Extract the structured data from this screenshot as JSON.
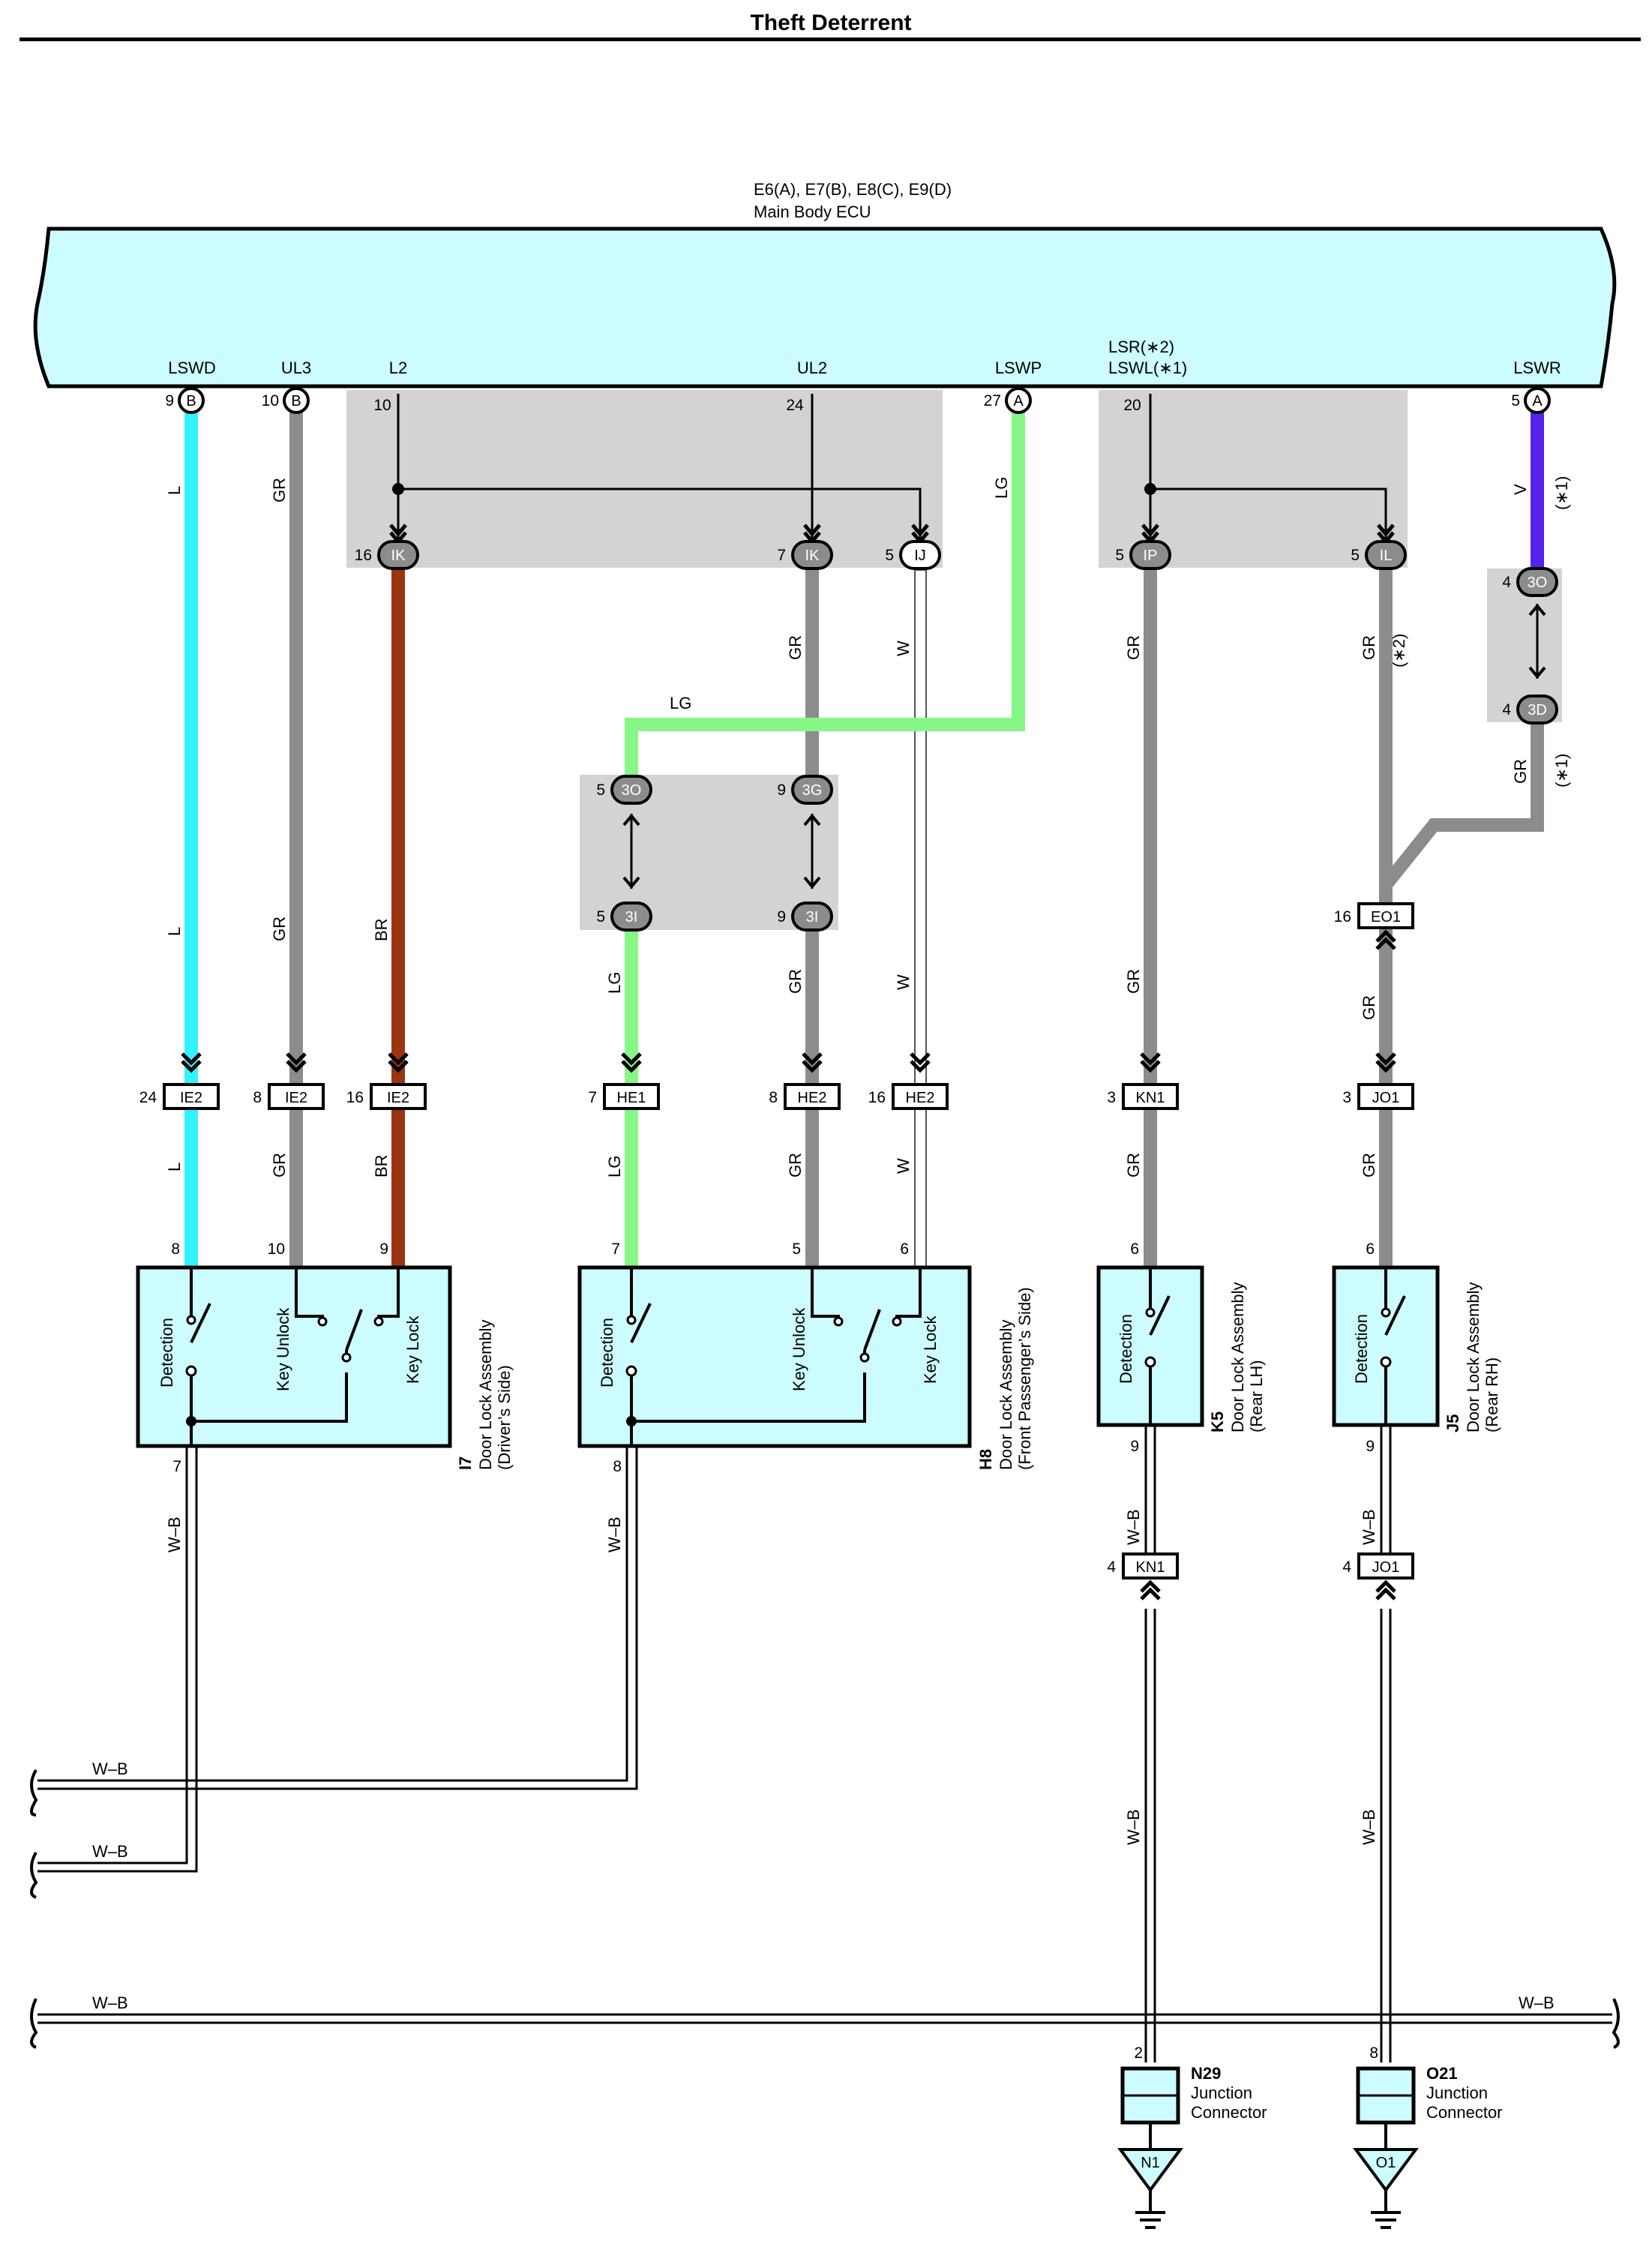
{
  "title": "Theft Deterrent",
  "ecu": {
    "codes": "E6(A), E7(B), E8(C), E9(D)",
    "name": "Main Body ECU",
    "terminals": [
      {
        "name": "LSWD",
        "pin": "9",
        "conn": "B"
      },
      {
        "name": "UL3",
        "pin": "10",
        "conn": "B"
      },
      {
        "name": "L2",
        "pin": "10"
      },
      {
        "name": "UL2",
        "pin": "24"
      },
      {
        "name": "LSWP",
        "pin": "27",
        "conn": "A"
      },
      {
        "name": "LSR(∗2)",
        "name2": "LSWL(∗1)",
        "pin": "20"
      },
      {
        "name": "LSWR",
        "pin": "5",
        "conn": "A"
      }
    ]
  },
  "ovals": [
    {
      "pin": "16",
      "id": "IK"
    },
    {
      "pin": "7",
      "id": "IK"
    },
    {
      "pin": "5",
      "id": "IJ"
    },
    {
      "pin": "5",
      "id": "IP"
    },
    {
      "pin": "5",
      "id": "IL"
    },
    {
      "pin": "4",
      "id": "3O"
    },
    {
      "pin": "4",
      "id": "3D"
    },
    {
      "pin": "5",
      "id": "3O"
    },
    {
      "pin": "9",
      "id": "3G"
    },
    {
      "pin": "5",
      "id": "3I"
    },
    {
      "pin": "9",
      "id": "3I"
    }
  ],
  "connectors": [
    {
      "pin": "24",
      "id": "IE2"
    },
    {
      "pin": "8",
      "id": "IE2"
    },
    {
      "pin": "16",
      "id": "IE2"
    },
    {
      "pin": "7",
      "id": "HE1"
    },
    {
      "pin": "8",
      "id": "HE2"
    },
    {
      "pin": "16",
      "id": "HE2"
    },
    {
      "pin": "3",
      "id": "KN1"
    },
    {
      "pin": "3",
      "id": "JO1"
    },
    {
      "pin": "16",
      "id": "EO1"
    },
    {
      "pin": "4",
      "id": "KN1"
    },
    {
      "pin": "4",
      "id": "JO1"
    }
  ],
  "wire_labels": {
    "L": "L",
    "GR": "GR",
    "BR": "BR",
    "LG": "LG",
    "W": "W",
    "V": "V",
    "WB": "W–B",
    "note1": "(∗1)",
    "note2": "(∗2)"
  },
  "components": [
    {
      "code": "I7",
      "line1": "Door Lock Assembly",
      "line2": "(Driver’s Side)",
      "pins": [
        "8",
        "10",
        "9",
        "7"
      ],
      "switches": [
        "Detection",
        "Key Unlock",
        "Key Lock"
      ]
    },
    {
      "code": "H8",
      "line1": "Door Lock Assembly",
      "line2": "(Front Passenger’s Side)",
      "pins": [
        "7",
        "5",
        "6",
        "8"
      ],
      "switches": [
        "Detection",
        "Key Unlock",
        "Key Lock"
      ]
    },
    {
      "code": "K5",
      "line1": "Door Lock Assembly",
      "line2": "(Rear LH)",
      "pins": [
        "6",
        "9"
      ],
      "switches": [
        "Detection"
      ]
    },
    {
      "code": "J5",
      "line1": "Door Lock Assembly",
      "line2": "(Rear RH)",
      "pins": [
        "6",
        "9"
      ],
      "switches": [
        "Detection"
      ]
    }
  ],
  "junctions": [
    {
      "code": "N29",
      "line1": "Junction",
      "line2": "Connector",
      "pin": "2",
      "ground": "N1"
    },
    {
      "code": "O21",
      "line1": "Junction",
      "line2": "Connector",
      "pin": "8",
      "ground": "O1"
    }
  ],
  "colors": {
    "L": "#33f2ff",
    "GR": "#8c8c8c",
    "BR": "#9a3510",
    "LG": "#86f786",
    "V": "#5522ee",
    "W": "#ffffff",
    "ecu_fill": "#ccfcff",
    "splice_box": "#d3d3d3"
  }
}
